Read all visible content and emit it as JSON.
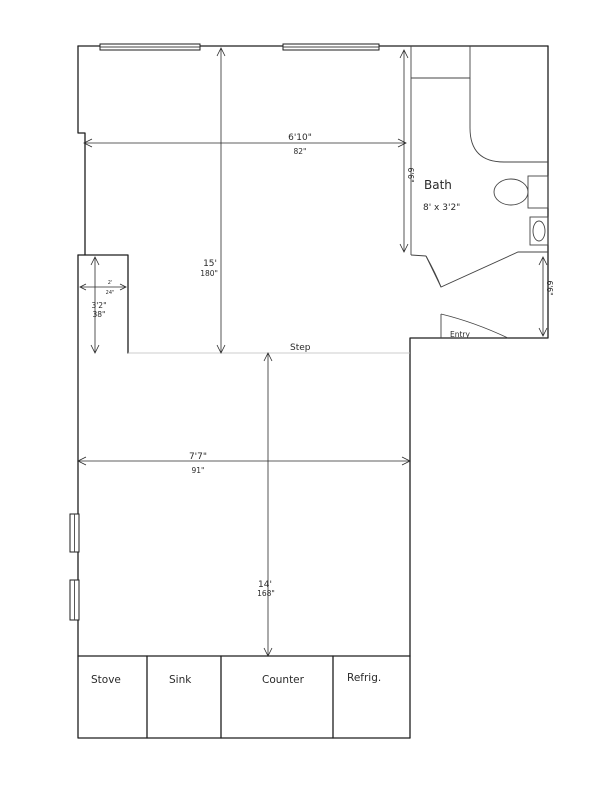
{
  "rooms": {
    "bath": {
      "name": "Bath",
      "size": "8' x 3'2\""
    },
    "entry": "Entry",
    "step": "Step"
  },
  "dimensions": {
    "upper_width": {
      "feet": "6'10\"",
      "inches": "82\""
    },
    "upper_length": {
      "feet": "15'",
      "inches": "180\""
    },
    "closet_width": {
      "feet": "3'2\"",
      "inches": "38\""
    },
    "closet_depth": {
      "feet": "2'",
      "inches": "24\""
    },
    "lower_width": {
      "feet": "7'7\"",
      "inches": "91\""
    },
    "lower_length": {
      "feet": "14'",
      "inches": "168\""
    },
    "bath_height": "6'6\"",
    "entry_height": "6'6\""
  },
  "fixtures": {
    "stove": "Stove",
    "sink": "Sink",
    "counter": "Counter",
    "refrigerator": "Refrig."
  }
}
